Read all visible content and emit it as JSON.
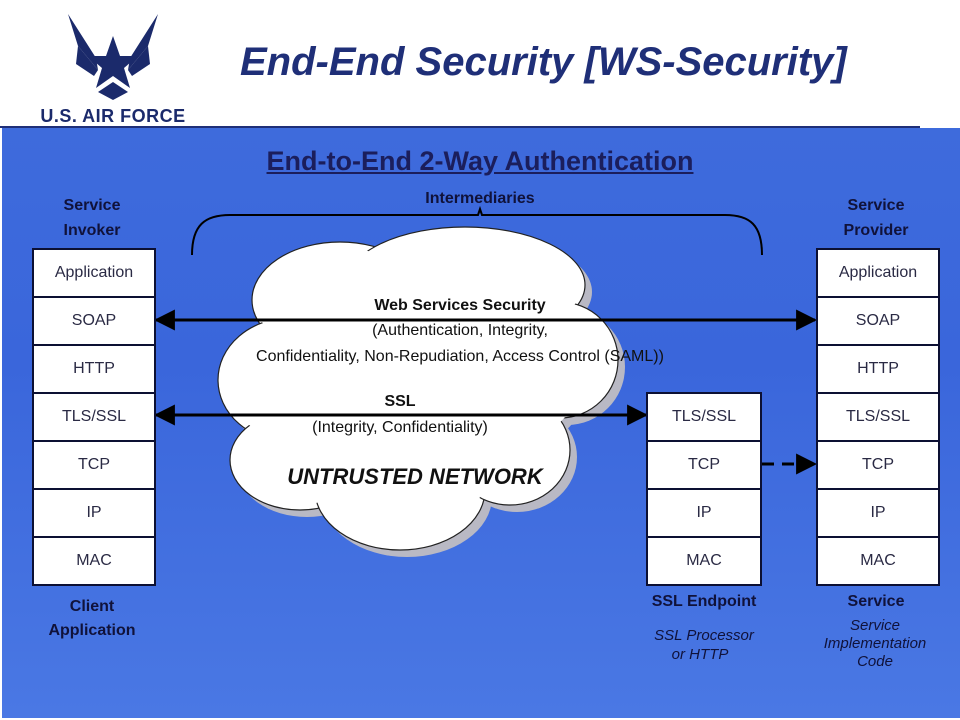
{
  "header": {
    "title": "End-End  Security  [WS-Security]",
    "logo": {
      "icon": "air-force-wings-logo",
      "text": "U.S. AIR FORCE"
    }
  },
  "diagram": {
    "subtitle": "End-to-End 2-Way Authentication",
    "intermediaries_label": "Intermediaries",
    "left_stack": {
      "title_lines": [
        "Service",
        "Invoker"
      ],
      "layers": [
        "Application",
        "SOAP",
        "HTTP",
        "TLS/SSL",
        "TCP",
        "IP",
        "MAC"
      ],
      "footer_lines": [
        "Client",
        "Application"
      ]
    },
    "middle_stack": {
      "layers": [
        "TLS/SSL",
        "TCP",
        "IP",
        "MAC"
      ],
      "footer_bold": "SSL Endpoint",
      "footer_italic_lines": [
        "SSL Processor",
        "or HTTP"
      ]
    },
    "right_stack": {
      "title_lines": [
        "Service",
        "Provider"
      ],
      "layers": [
        "Application",
        "SOAP",
        "HTTP",
        "TLS/SSL",
        "TCP",
        "IP",
        "MAC"
      ],
      "footer_bold": "Service",
      "footer_italic_lines": [
        "Service",
        "Implementation",
        "Code"
      ]
    },
    "cloud": {
      "label": "UNTRUSTED NETWORK",
      "ws_security_title": "Web Services Security",
      "ws_security_line1": "(Authentication, Integrity,",
      "ws_security_line2": "Confidentiality, Non-Repudiation, Access Control (SAML))",
      "ssl_title": "SSL",
      "ssl_line": "(Integrity, Confidentiality)"
    },
    "colors": {
      "panel": "#3e6bdc",
      "title": "#1f2f78",
      "subtitle": "#1b1e5c",
      "arrow": "#000000",
      "cloud_fill": "#ffffff",
      "cloud_shadow": "#b9b9c4"
    }
  }
}
